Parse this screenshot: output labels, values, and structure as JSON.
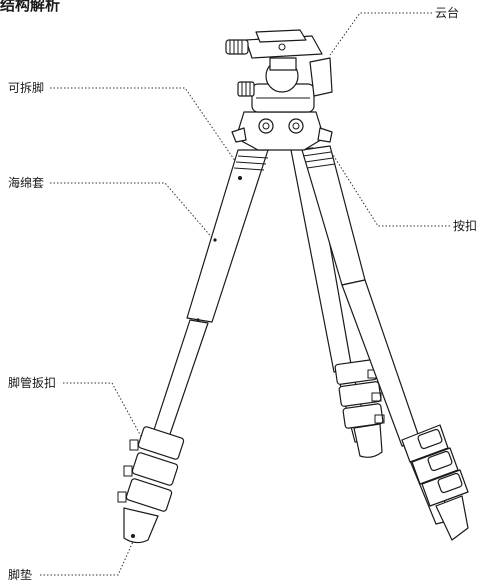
{
  "title": "结构解析",
  "labels": {
    "pan_head": "云台",
    "detachable_leg": "可拆脚",
    "foam_cover": "海绵套",
    "press_button": "按扣",
    "leg_lock": "脚管扳扣",
    "foot_pad": "脚垫"
  }
}
